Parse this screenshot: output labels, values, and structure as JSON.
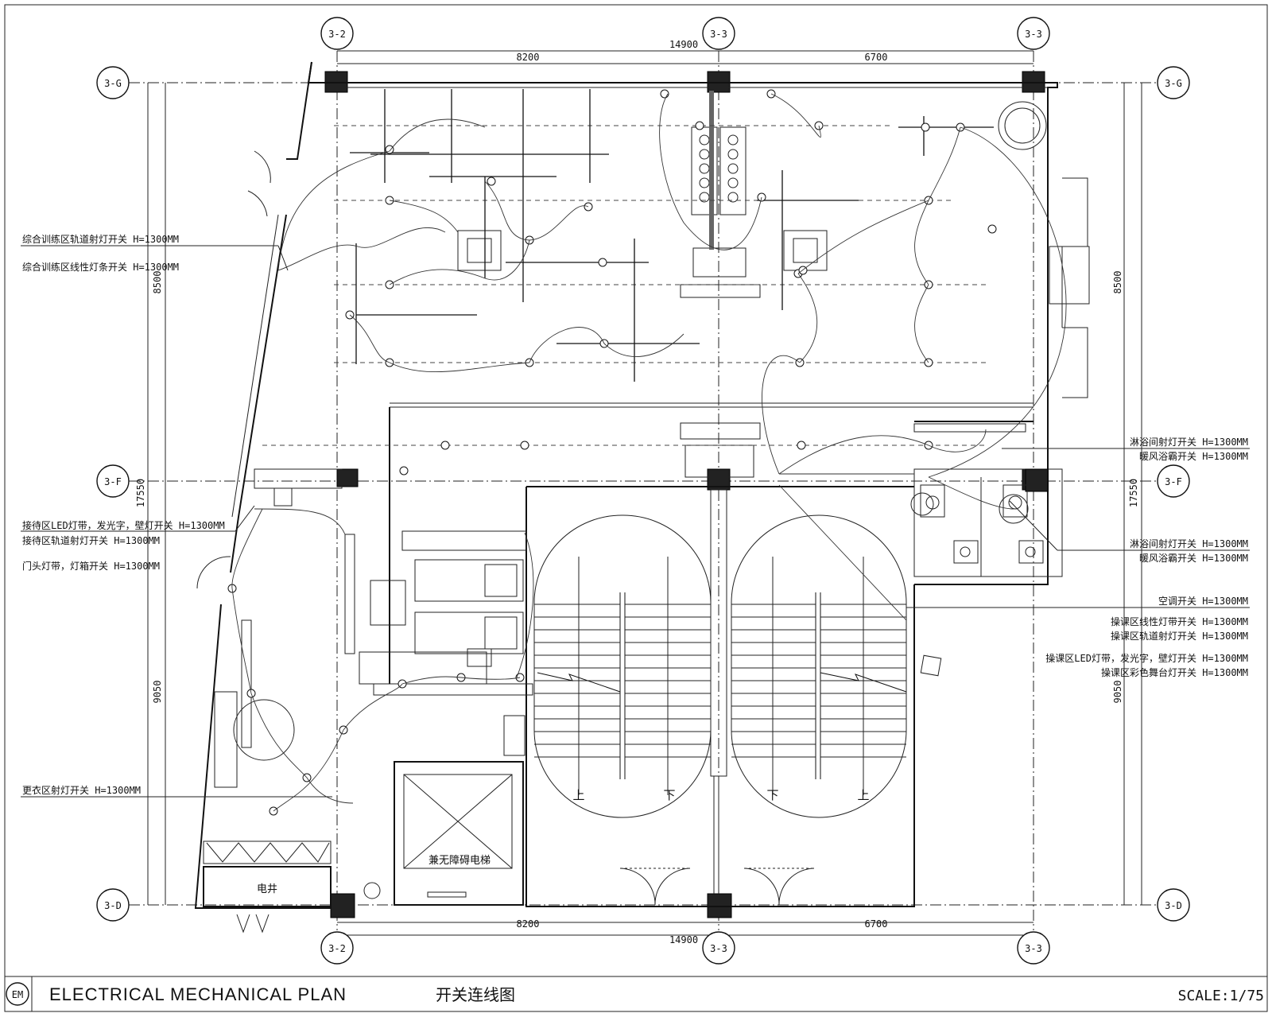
{
  "sheet": {
    "code": "EM",
    "title": "ELECTRICAL MECHANICAL PLAN",
    "title_cn": "开关连线图",
    "scale": "SCALE:1/75"
  },
  "grid": {
    "top": [
      "3-2",
      "3-3",
      "3-3"
    ],
    "bottom": [
      "3-2",
      "3-3",
      "3-3"
    ],
    "left": [
      "3-G",
      "3-F",
      "3-D"
    ],
    "right": [
      "3-G",
      "3-F",
      "3-D"
    ]
  },
  "dimensions": {
    "top_total": "14900",
    "top_a": "8200",
    "top_b": "6700",
    "bottom_total": "14900",
    "bottom_a": "8200",
    "bottom_b": "6700",
    "left_upper": "8500",
    "left_total": "17550",
    "left_lower": "9050",
    "right_upper": "8500",
    "right_total": "17550",
    "right_lower": "9050"
  },
  "rooms": {
    "shaft": "电井",
    "elevator": "兼无障碍电梯",
    "stair_up_1": "上",
    "stair_down_1": "下",
    "stair_down_2": "下",
    "stair_up_2": "上"
  },
  "annotations_left": [
    "综合训练区轨道射灯开关 H=1300MM",
    "综合训练区线性灯条开关 H=1300MM",
    "接待区LED灯带，发光字，壁灯开关 H=1300MM",
    "接待区轨道射灯开关 H=1300MM",
    "门头灯带，灯箱开关 H=1300MM",
    "更衣区射灯开关 H=1300MM"
  ],
  "annotations_right": [
    "淋浴间射灯开关 H=1300MM",
    "暖风浴霸开关 H=1300MM",
    "淋浴间射灯开关 H=1300MM",
    "暖风浴霸开关 H=1300MM",
    "空调开关 H=1300MM",
    "操课区线性灯带开关 H=1300MM",
    "操课区轨道射灯开关 H=1300MM",
    "操课区LED灯带，发光字，壁灯开关 H=1300MM",
    "操课区彩色舞台灯开关 H=1300MM"
  ]
}
